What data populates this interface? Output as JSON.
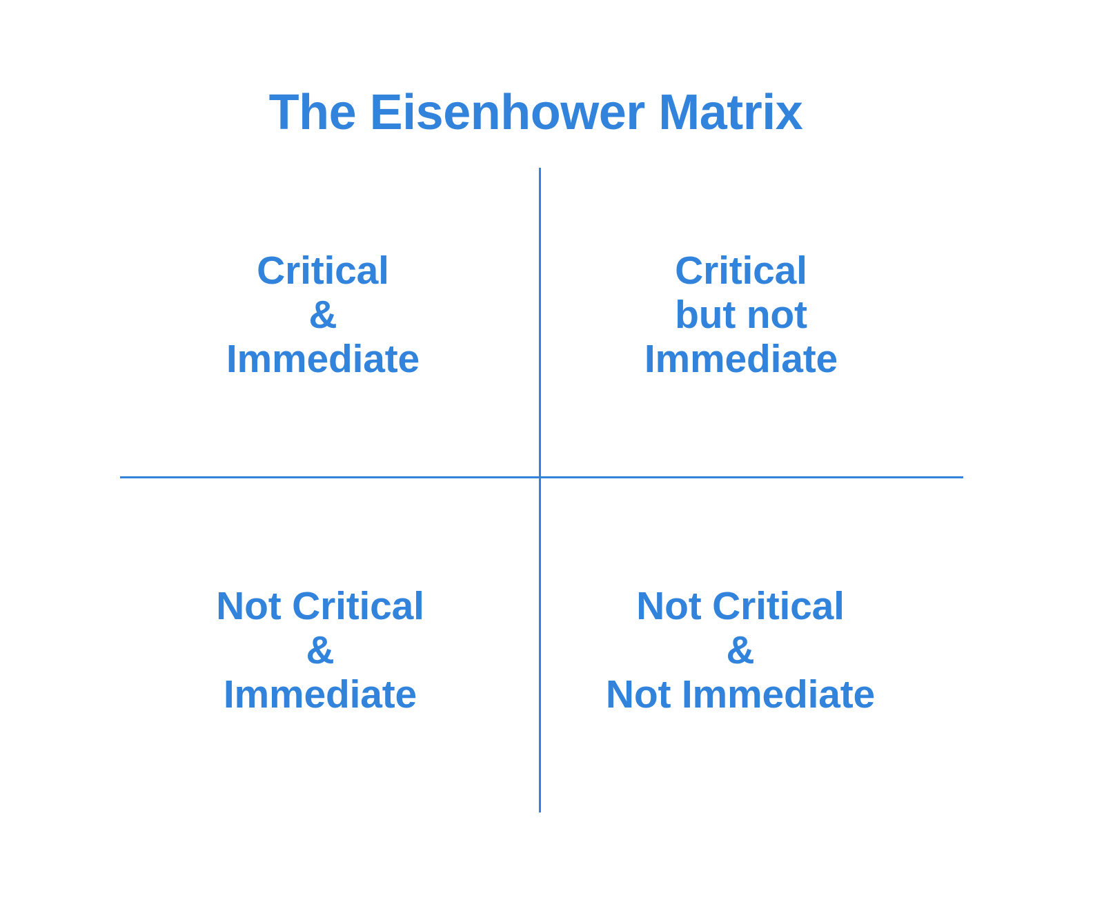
{
  "page": {
    "title": "The Eisenhower Matrix",
    "background_color": "#ffffff",
    "accent_color": "#3183DC"
  },
  "chart_data": {
    "type": "table",
    "title": "The Eisenhower Matrix",
    "xlabel": "",
    "ylabel": "",
    "grid": true,
    "legend": "none",
    "axes": {
      "vertical_divider": true,
      "horizontal_divider": true,
      "line_color": "#3183DC"
    },
    "categories": [
      "Critical & Immediate",
      "Critical but not Immediate",
      "Not Critical & Immediate",
      "Not Critical & Not Immediate"
    ],
    "quadrants": [
      {
        "position": "top-left",
        "lines": [
          "Critical",
          "&",
          "Immediate"
        ],
        "text": "Critical & Immediate"
      },
      {
        "position": "top-right",
        "lines": [
          "Critical",
          "but not",
          "Immediate"
        ],
        "text": "Critical but not Immediate"
      },
      {
        "position": "bottom-left",
        "lines": [
          "Not Critical",
          "&",
          "Immediate"
        ],
        "text": "Not Critical & Immediate"
      },
      {
        "position": "bottom-right",
        "lines": [
          "Not Critical",
          "&",
          "Not Immediate"
        ],
        "text": "Not Critical & Not Immediate"
      }
    ]
  }
}
